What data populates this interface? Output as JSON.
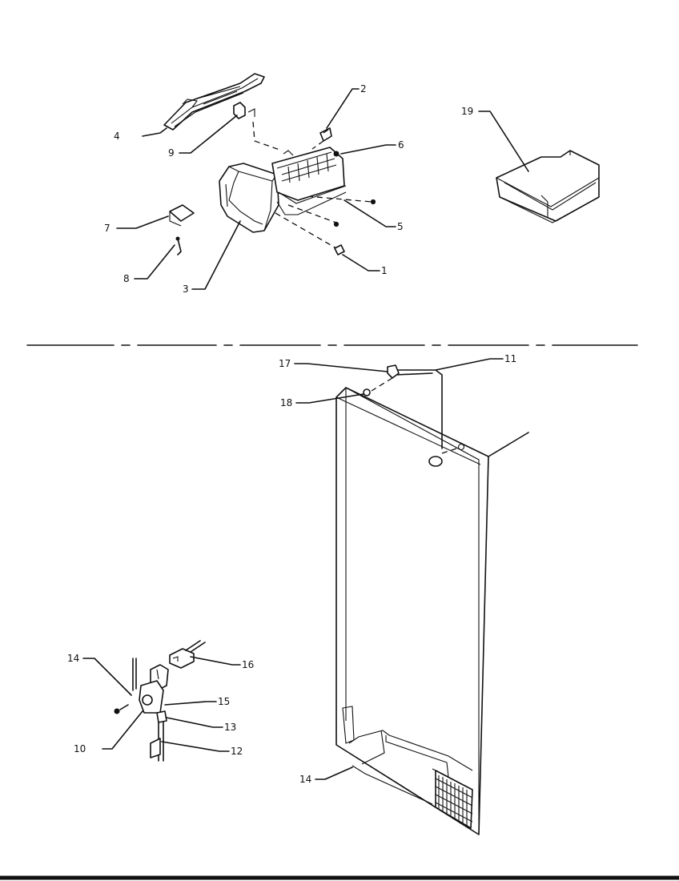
{
  "diagram": {
    "callouts": {
      "c1": "1",
      "c2": "2",
      "c3": "3",
      "c4": "4",
      "c5": "5",
      "c6": "6",
      "c7": "7",
      "c8": "8",
      "c9": "9",
      "c10": "10",
      "c11": "11",
      "c12": "12",
      "c13": "13",
      "c14a": "14",
      "c14b": "14",
      "c15": "15",
      "c16": "16",
      "c17": "17",
      "c18": "18",
      "c19": "19"
    }
  }
}
